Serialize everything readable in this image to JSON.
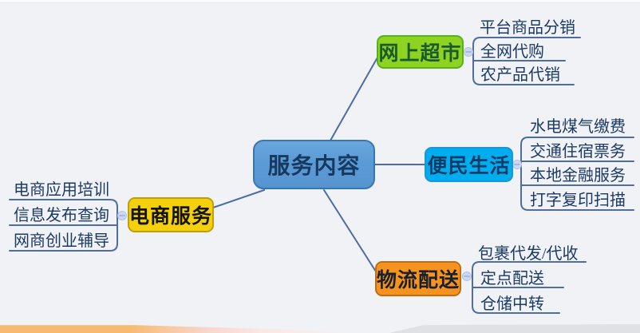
{
  "diagram": {
    "type": "mindmap",
    "center": {
      "label": "服务内容"
    },
    "branches": [
      {
        "id": "online-supermarket",
        "label": "网上超市",
        "fill": "#8dd320",
        "border": "#55b11c",
        "text_color": "#1a5a2e",
        "leaves": [
          "平台商品分销",
          "全网代购",
          "农产品代销"
        ]
      },
      {
        "id": "convenience-life",
        "label": "便民生活",
        "fill": "#00adee",
        "border": "#1697d8",
        "text_color": "#123a66",
        "leaves": [
          "水电煤气缴费",
          "交通住宿票务",
          "本地金融服务",
          "打字复印扫描"
        ]
      },
      {
        "id": "ecommerce-service",
        "label": "电商服务",
        "fill": "#f4d10b",
        "border": "#bd9f10",
        "text_color": "#141414",
        "leaves": [
          "电商应用培训",
          "信息发布查询",
          "网商创业辅导"
        ]
      },
      {
        "id": "logistics-delivery",
        "label": "物流配送",
        "fill": "#f6921e",
        "border": "#c06c12",
        "text_color": "#16202e",
        "leaves": [
          "包裹代发/代收",
          "定点配送",
          "仓储中转"
        ]
      }
    ],
    "colors": {
      "background": "#f1f2f6",
      "center_fill": "#5b9bd5",
      "center_border": "#3577b5",
      "center_text": "#17395f",
      "connector_line": "#4c6da3",
      "leaf_underline": "#4f6d9f",
      "leaf_text": "#1b3a66",
      "collapse_handle_fill": "#cdd8f0",
      "collapse_handle_border": "#b2c3e7",
      "bottom_band_orange": "#f7ba6e",
      "bottom_band_pink": "#f8d4c8",
      "bottom_band_gray": "#e0e1e5"
    }
  }
}
